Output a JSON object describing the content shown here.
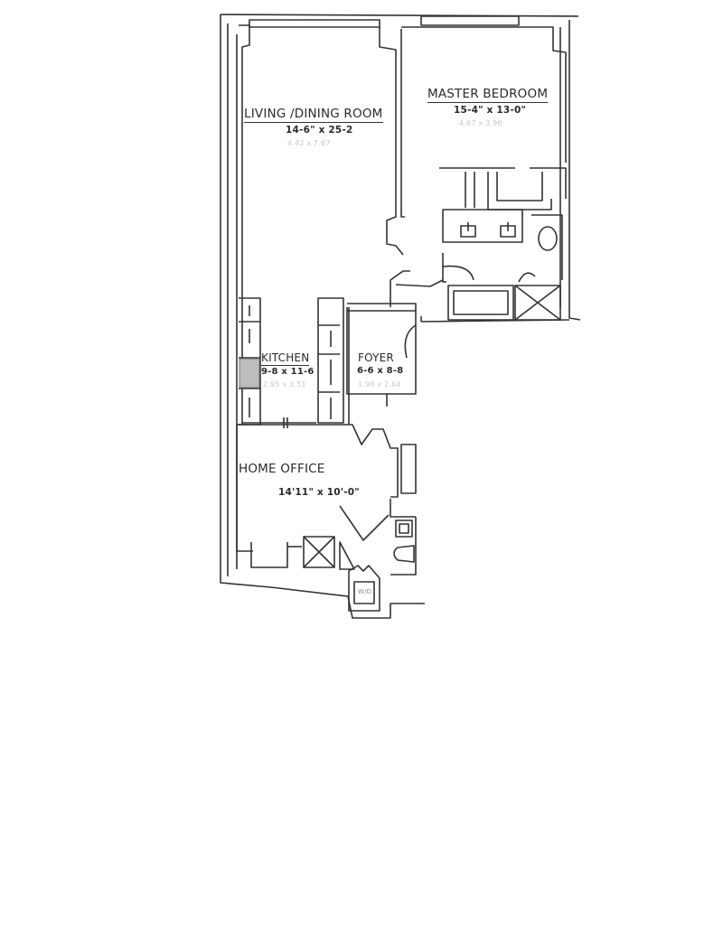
{
  "document": {
    "type": "floor plan",
    "background": "#ffffff",
    "line_color": "#333333"
  },
  "rooms": {
    "living_dining": {
      "name": "LIVING /DINING ROOM",
      "dimensions": "14-6\" x 25-2",
      "metric": "4.42 x 7.67"
    },
    "master_bedroom": {
      "name": "MASTER BEDROOM",
      "dimensions": "15-4\" x 13-0\"",
      "metric": "4.67 x 3.96"
    },
    "kitchen": {
      "name": "KITCHEN",
      "dimensions": "9-8 x 11-6",
      "metric": "2.95 x 3.51"
    },
    "foyer": {
      "name": "FOYER",
      "dimensions": "6-6 x 8-8",
      "metric": "1.98 x 2.64"
    },
    "home_office": {
      "name": "HOME OFFICE",
      "dimensions": "14'11\" x 10'-0\""
    }
  },
  "fixtures": {
    "washer_dryer_label": "W/D"
  }
}
